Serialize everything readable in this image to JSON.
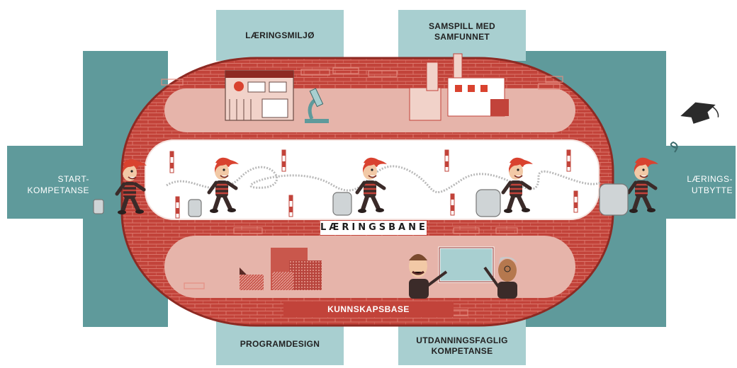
{
  "colors": {
    "teal_dark": "#5f9a9b",
    "teal_light": "#a8cfd0",
    "brick_red": "#c2433a",
    "brick_dark": "#9b2f28",
    "inner_pink": "#e6b4aa",
    "track_white": "#ffffff",
    "runner_hair": "#d9422f",
    "suitcase": "#cfd4d6"
  },
  "top_panels": {
    "left": "LÆRINGSMILJØ",
    "right_line1": "SAMSPILL MED",
    "right_line2": "SAMFUNNET"
  },
  "bottom_panels": {
    "left": "PROGRAMDESIGN",
    "right_line1": "UTDANNINGSFAGLIG",
    "right_line2": "KOMPETANSE"
  },
  "side_labels": {
    "left_line1": "START-",
    "left_line2": "KOMPETANSE",
    "right_line1": "LÆRINGS-",
    "right_line2": "UTBYTTE"
  },
  "track_labels": {
    "learning_track": "LÆRINGSBANE",
    "knowledge_base": "KUNNSKAPSBASE"
  },
  "icons": [
    "school-building-icon",
    "microscope-icon",
    "factory-icon",
    "stacked-blocks-icon",
    "teacher-icon",
    "whiteboard-icon",
    "graduation-cap-icon",
    "runner-icon",
    "suitcase-icon"
  ]
}
